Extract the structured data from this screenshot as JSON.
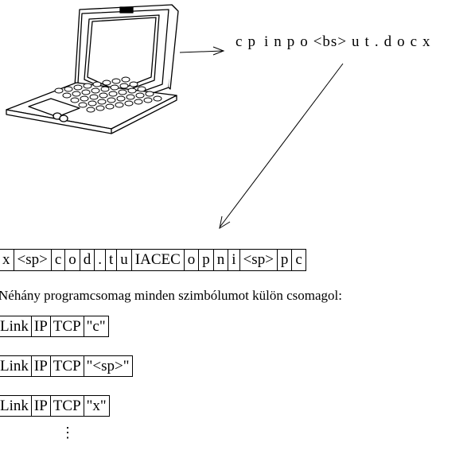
{
  "typed_command": [
    "c",
    "p",
    "i",
    "n",
    "p",
    "o",
    "<bs>",
    "u",
    "t",
    ".",
    "d",
    "o",
    "c",
    "x"
  ],
  "buffer_cells": [
    "x",
    "<sp>",
    "c",
    "o",
    "d",
    ".",
    "t",
    "u",
    "IACEC",
    "o",
    "p",
    "n",
    "i",
    "<sp>",
    "p",
    "c"
  ],
  "caption": "Néhány programcsomag minden szimbólumot külön csomagol:",
  "packets": [
    {
      "link": "Link",
      "ip": "IP",
      "tcp": "TCP",
      "payload": "\"c\""
    },
    {
      "link": "Link",
      "ip": "IP",
      "tcp": "TCP",
      "payload": "\"<sp>\""
    },
    {
      "link": "Link",
      "ip": "IP",
      "tcp": "TCP",
      "payload": "\"x\""
    }
  ],
  "ellipsis": "⋮"
}
